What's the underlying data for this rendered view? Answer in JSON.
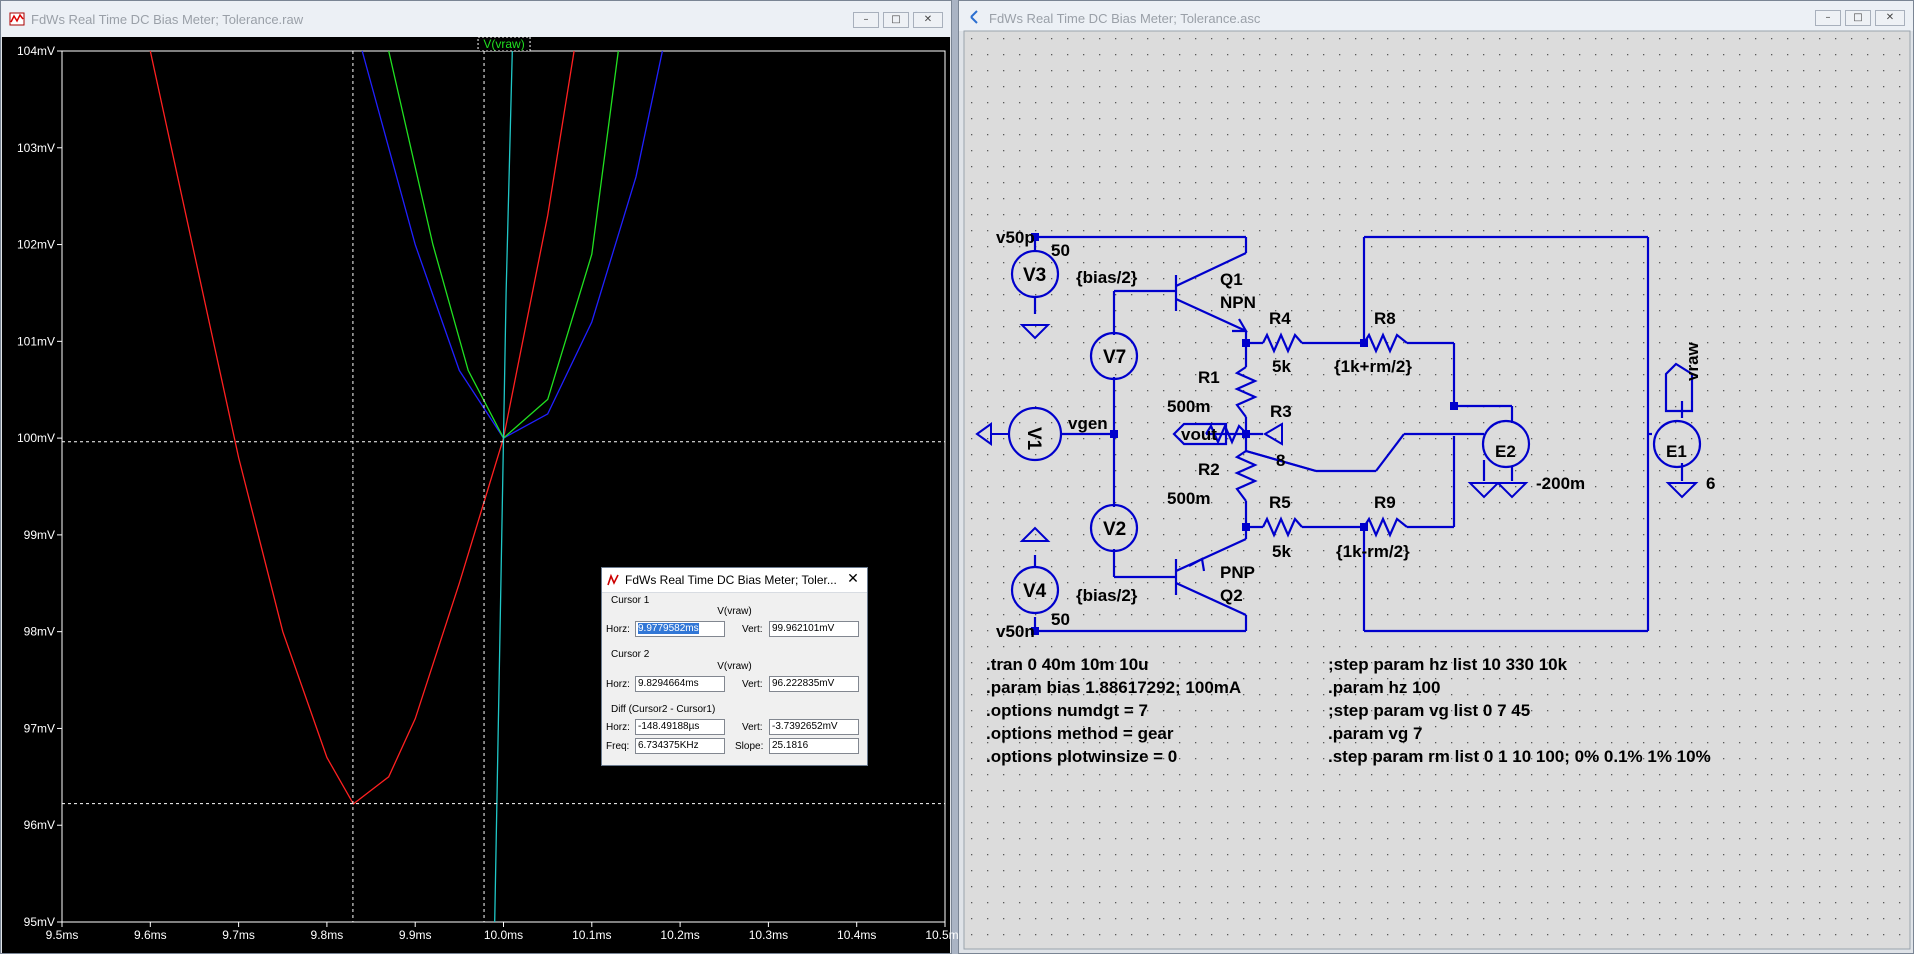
{
  "left_window": {
    "title": "FdWs Real Time DC Bias Meter; Tolerance.raw",
    "trace_label": "V(vraw)",
    "y_ticks": [
      "104mV",
      "103mV",
      "102mV",
      "101mV",
      "100mV",
      "99mV",
      "98mV",
      "97mV",
      "96mV",
      "95mV"
    ],
    "x_ticks": [
      "9.5ms",
      "9.6ms",
      "9.7ms",
      "9.8ms",
      "9.9ms",
      "10.0ms",
      "10.1ms",
      "10.2ms",
      "10.3ms",
      "10.4ms",
      "10.5ms"
    ]
  },
  "chart_data": {
    "type": "line",
    "xlim": [
      9.5,
      10.5
    ],
    "ylim": [
      95,
      104
    ],
    "xunit": "ms",
    "yunit": "mV",
    "grid": false,
    "series": [
      {
        "color": "#ff2020",
        "x": [
          9.6,
          9.7,
          9.75,
          9.8,
          9.83,
          9.87,
          9.9,
          9.95,
          10.0,
          10.05,
          10.08
        ],
        "y": [
          104.0,
          99.8,
          98.0,
          96.7,
          96.22,
          96.5,
          97.1,
          98.5,
          100.0,
          102.3,
          104.0
        ]
      },
      {
        "color": "#2020ff",
        "x": [
          9.84,
          9.9,
          9.95,
          10.0,
          10.05,
          10.1,
          10.15,
          10.18
        ],
        "y": [
          104.0,
          102.0,
          100.7,
          100.0,
          100.25,
          101.2,
          102.7,
          104.0
        ]
      },
      {
        "color": "#20e020",
        "x": [
          9.87,
          9.92,
          9.96,
          10.0,
          10.05,
          10.1,
          10.13
        ],
        "y": [
          104.0,
          102.0,
          100.7,
          100.0,
          100.4,
          101.9,
          104.0
        ]
      },
      {
        "color": "#20c8c8",
        "x": [
          9.99,
          9.997,
          10.0,
          10.003,
          10.01
        ],
        "y": [
          95.0,
          98.5,
          100.0,
          101.5,
          104.0
        ]
      }
    ]
  },
  "cursors": {
    "c1_x": 9.9779582,
    "c1_y": 99.962101,
    "c2_x": 9.8294664,
    "c2_y": 96.222835
  },
  "dialog": {
    "title": "FdWs Real Time DC Bias Meter; Toler...",
    "cursor1_label": "Cursor 1",
    "cursor1_trace": "V(vraw)",
    "cursor1_horz": "9.9779582ms",
    "cursor1_vert": "99.962101mV",
    "cursor2_label": "Cursor 2",
    "cursor2_trace": "V(vraw)",
    "cursor2_horz": "9.8294664ms",
    "cursor2_vert": "96.222835mV",
    "diff_label": "Diff (Cursor2 - Cursor1)",
    "diff_horz": "-148.49188µs",
    "diff_vert": "-3.7392652mV",
    "freq": "6.734375KHz",
    "slope": "25.1816",
    "horz_label": "Horz:",
    "vert_label": "Vert:",
    "freq_label": "Freq:",
    "slope_label": "Slope:"
  },
  "right_window": {
    "title": "FdWs Real Time DC Bias Meter; Tolerance.asc",
    "labels": {
      "v50p": "v50p",
      "v50n": "v50n",
      "v3": "V3",
      "v3_val": "50",
      "v4": "V4",
      "v4_val": "50",
      "v7": "V7",
      "v2": "V2",
      "v1": "V1",
      "q1": "Q1",
      "q1_type": "NPN",
      "q2": "Q2",
      "q2_type": "PNP",
      "bias_top": "{bias/2}",
      "bias_bot": "{bias/2}",
      "r1": "R1",
      "r1_val": "500m",
      "r2": "R2",
      "r2_val": "500m",
      "r3": "R3",
      "r3_val": "8",
      "r4": "R4",
      "r4_val": "5k",
      "r5": "R5",
      "r5_val": "5k",
      "r8": "R8",
      "r8_val": "{1k+rm/2}",
      "r9": "R9",
      "r9_val": "{1k-rm/2}",
      "vgen": "vgen",
      "vout": "vout",
      "vraw": "vraw",
      "e1": "E1",
      "e1_val": "6",
      "e2": "E2",
      "e2_val": "-200m"
    },
    "directives_left": [
      ".tran 0 40m 10m 10u",
      ".param bias 1.88617292; 100mA",
      ".options numdgt = 7",
      ".options method = gear",
      ".options plotwinsize = 0"
    ],
    "directives_right": [
      ";step param hz list 10 330 10k",
      ".param hz 100",
      ";step param vg list 0 7 45",
      ".param vg 7",
      ".step param rm list 0 1 10 100; 0% 0.1% 1% 10%"
    ]
  }
}
